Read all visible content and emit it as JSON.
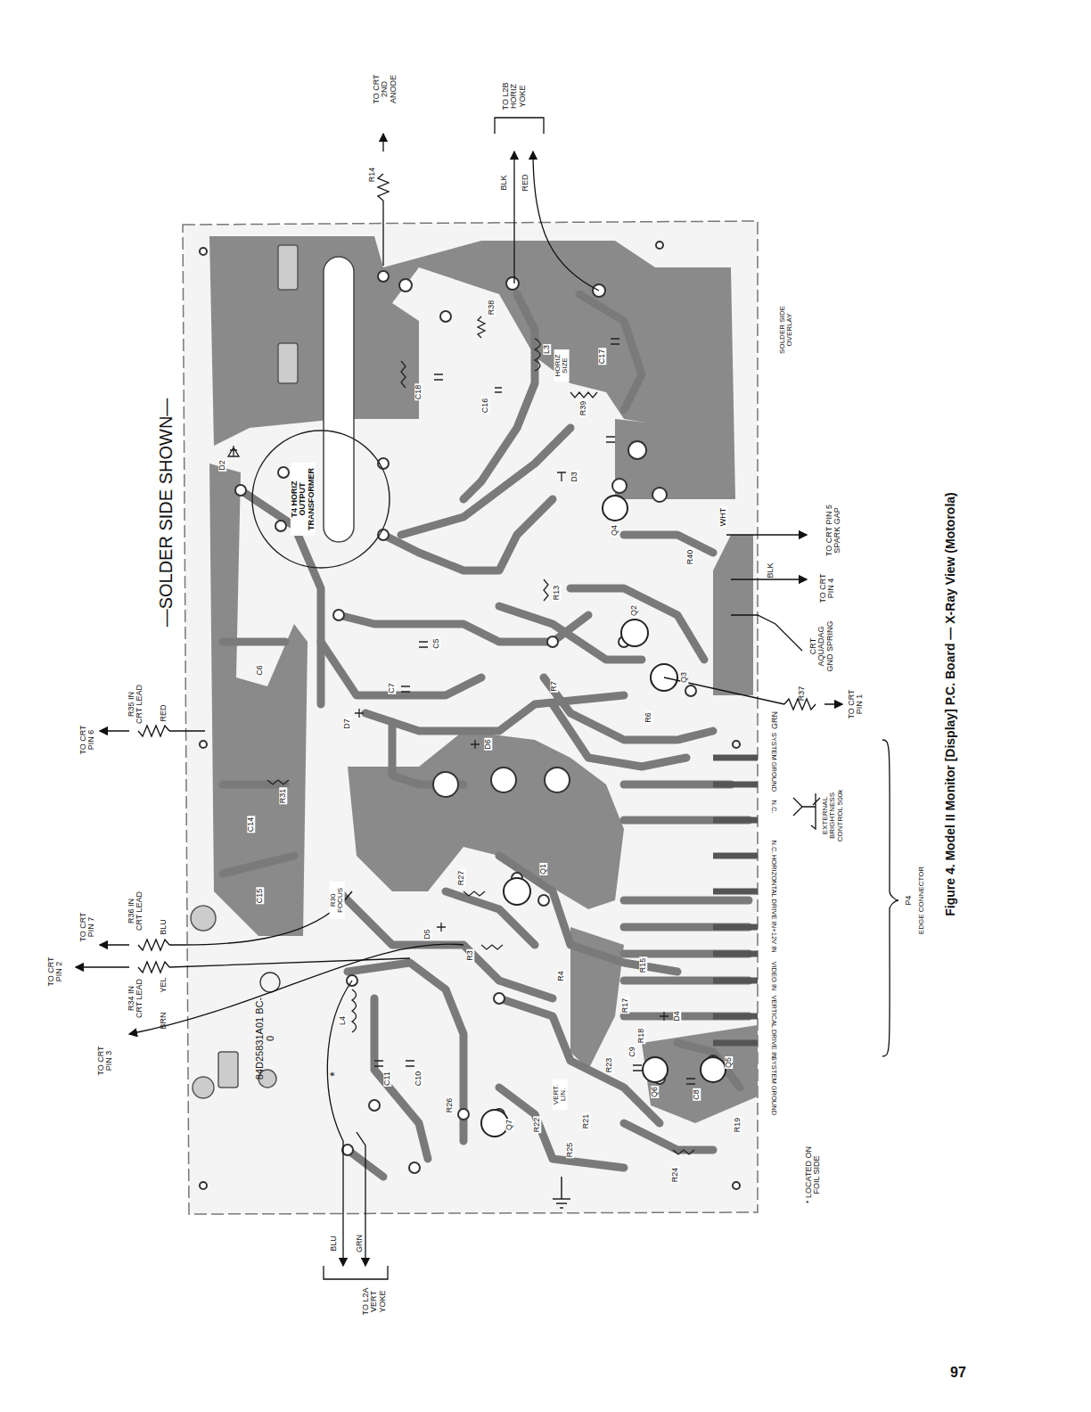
{
  "diagram": {
    "caption": "Figure 4. Model II Monitor [Display] P.C. Board — X-Ray View (Motorola)",
    "nodes": [
      {
        "text": [
          "T4 HORIZ OUTPUT TRANSFORMER"
        ]
      }
    ],
    "labels": [
      "TO CRT 2ND ANODE",
      "R14",
      "TO L2B HORIZ YOKE",
      "BLK",
      "RED",
      "—SOLDER SIDE SHOWN—",
      "D2",
      "R38",
      "L3",
      "HORIZ SIZE",
      "C17",
      "R39",
      "C16",
      "C18",
      "SOLDER SIDE OVERLAY",
      "D3",
      "Q4",
      "R13",
      "R40",
      "WHT",
      "BLK",
      "TO CRT PIN 5 SPARK GAP",
      "TO CRT PIN 4",
      "CRT AQUADAG GND SPRING",
      "C5",
      "C7",
      "R7",
      "R6",
      "Q2",
      "Q3",
      "GRN",
      "R37",
      "TO CRT PIN 1",
      "D6",
      "D7",
      "C6",
      "R35 IN CRT LEAD",
      "TO CRT PIN 6",
      "RED",
      "C14",
      "R31",
      "C15",
      "R30 FOCUS",
      "R27",
      "D5",
      "Q1",
      "R3",
      "R4",
      "R36 IN CRT LEAD",
      "TO CRT PIN 7",
      "BLU",
      "TO CRT PIN 2",
      "R34 IN CRT LEAD",
      "YEL",
      "BRN",
      "TO CRT PIN 3",
      "84D25831A01 BC-0",
      "*",
      "L4",
      "C11",
      "C10",
      "R26",
      "Q7",
      "R22",
      "VERT. LIN.",
      "R25",
      "R21",
      "R23",
      "C9",
      "C8",
      "R24",
      "R19",
      "Q6",
      "Q5",
      "R17",
      "R18",
      "D4",
      "R15",
      "SYSTEM GROUND",
      "N.C.",
      "EXTERNAL BRIGHTNESS CONTROL 500k",
      "N.C.",
      "HORIZONTAL DRIVE IN",
      "+12V IN",
      "VIDEO IN",
      "VERTICAL DRIVE IN",
      "SYSTEM GROUND",
      "P4",
      "EDGE CONNECTOR",
      "TO L2A VERT YOKE",
      "BLU",
      "GRN",
      "* LOCATED ON FOIL SIDE",
      "97"
    ]
  }
}
